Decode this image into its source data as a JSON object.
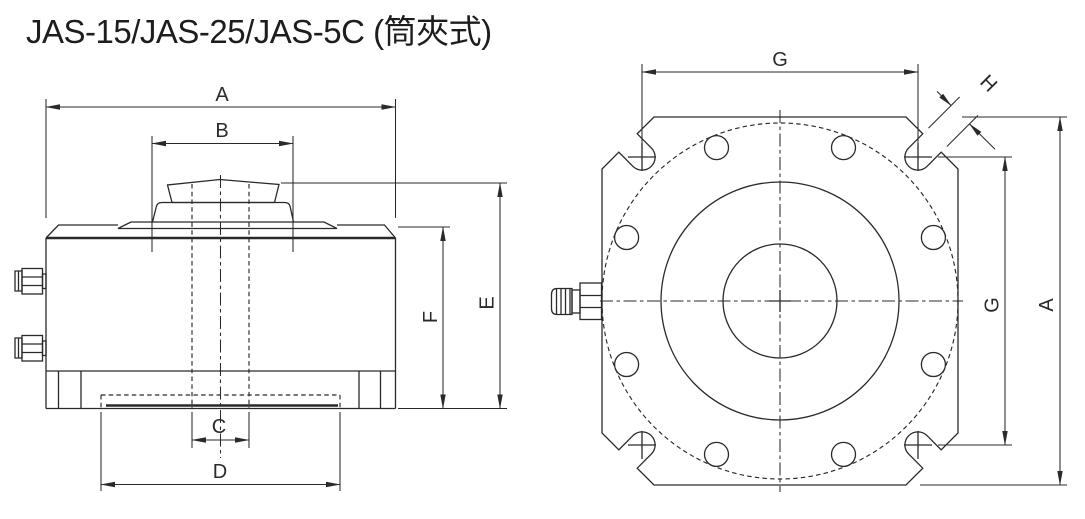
{
  "title": "JAS-15/JAS-25/JAS-5C (筒夾式)",
  "colors": {
    "line": "#2a2a2a",
    "background": "#ffffff"
  },
  "dims": {
    "A": "A",
    "B": "B",
    "C": "C",
    "D": "D",
    "E": "E",
    "F": "F",
    "G": "G",
    "H": "H"
  }
}
